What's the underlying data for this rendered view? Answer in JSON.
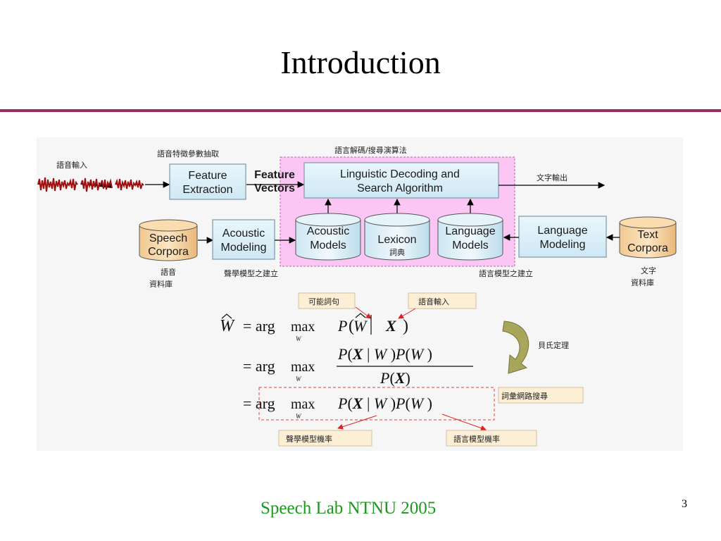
{
  "slide": {
    "title": "Introduction",
    "footer": "Speech Lab NTNU 2005",
    "page_number": "3"
  },
  "diagram": {
    "speech_input_label": "語音輸入",
    "feature_extraction_cn": "語音特徵參數抽取",
    "feature_extraction": [
      "Feature",
      "Extraction"
    ],
    "feature_vectors": [
      "Feature",
      "Vectors"
    ],
    "decoding_cn": "語言解碼/搜尋演算法",
    "decoding": [
      "Linguistic Decoding and",
      "Search Algorithm"
    ],
    "text_output_cn": "文字輸出",
    "speech_corpora": [
      "Speech",
      "Corpora"
    ],
    "speech_corpora_cn": [
      "語音",
      "資料庫"
    ],
    "acoustic_modeling": [
      "Acoustic",
      "Modeling"
    ],
    "acoustic_modeling_cn": "聲學模型之建立",
    "acoustic_models": [
      "Acoustic",
      "Models"
    ],
    "lexicon": "Lexicon",
    "lexicon_cn": "詞典",
    "language_models": [
      "Language",
      "Models"
    ],
    "language_modeling": [
      "Language",
      "Modeling"
    ],
    "language_modeling_cn": "語言模型之建立",
    "text_corpora": [
      "Text",
      "Corpora"
    ],
    "text_corpora_cn": [
      "文字",
      "資料庫"
    ]
  },
  "equation": {
    "label_possible_sentence": "可能詞句",
    "label_speech_input": "語音輸入",
    "label_bayes": "貝氏定理",
    "label_search": "詞彙網路搜尋",
    "label_acoustic_prob": "聲學模型機率",
    "label_language_prob": "語言模型機率"
  }
}
